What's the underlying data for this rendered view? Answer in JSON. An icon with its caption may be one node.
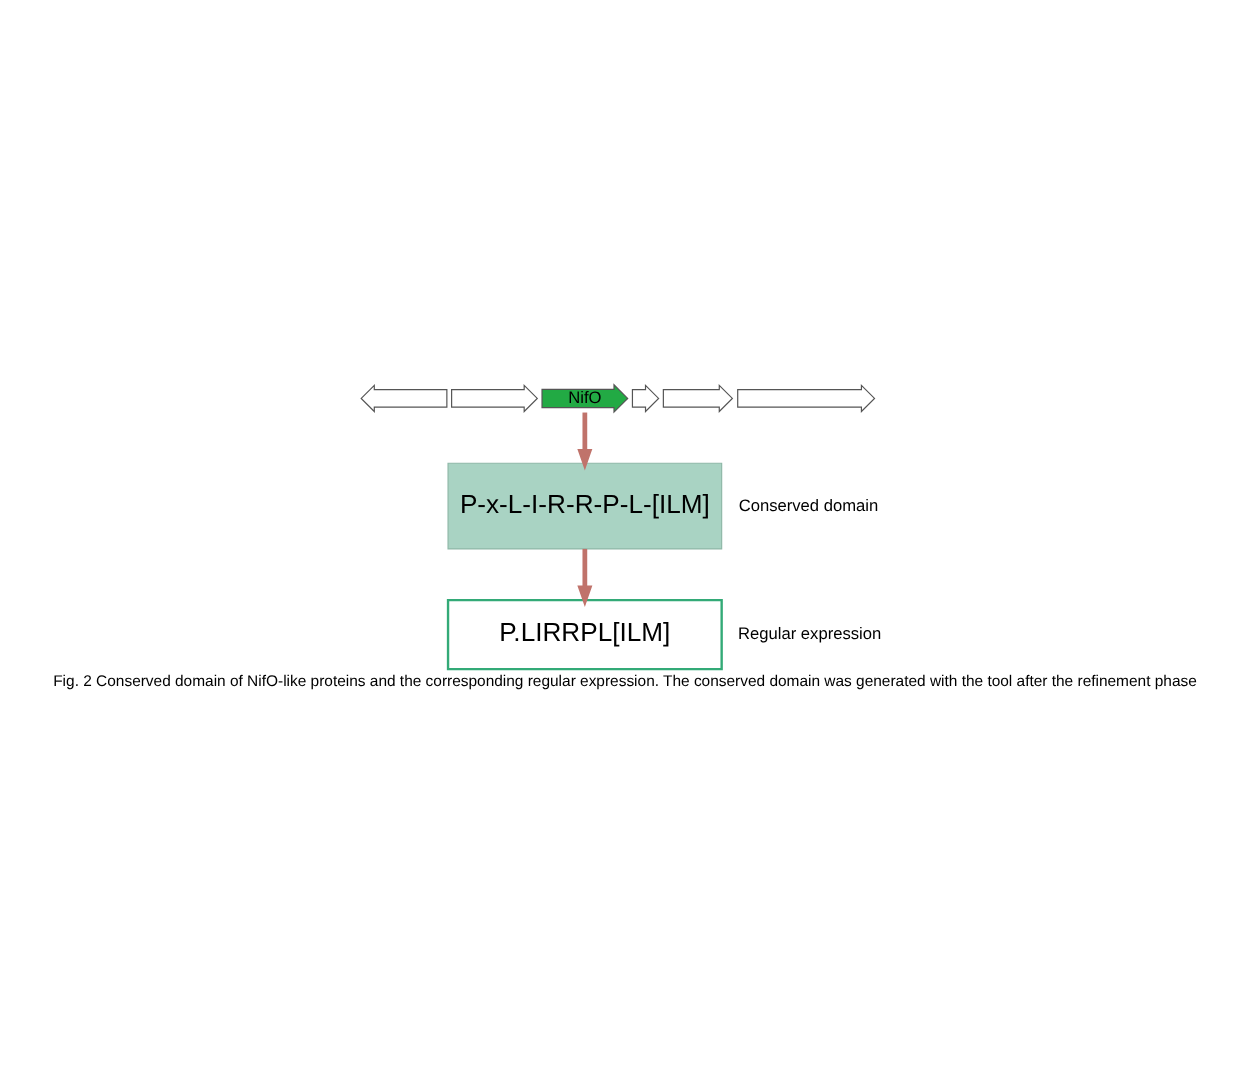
{
  "diagram": {
    "caption": "Fig. 2 Conserved domain of NifO-like proteins and the corresponding regular expression. The conserved domain was generated with the tool after the refinement phase",
    "nodes": [
      {
        "text": [],
        "shape": "arrow"
      },
      {
        "text": [],
        "shape": "arrow"
      },
      {
        "text": [
          "NifO"
        ]
      },
      {
        "text": [],
        "shape": "arrow"
      },
      {
        "text": [],
        "shape": "arrow"
      },
      {
        "text": [],
        "shape": "arrow"
      },
      {
        "text": [
          "P-x-L-I-R-R-P-L-[ILM]"
        ],
        "beside": [
          "Conserved domain"
        ]
      },
      {
        "text": [
          "P.LIRRPL[ILM]"
        ],
        "beside": [
          "Regular expression"
        ]
      }
    ],
    "edges": [
      {
        "from": 2,
        "to": 6,
        "arrow": "to"
      },
      {
        "from": 6,
        "to": 7,
        "arrow": "to"
      }
    ]
  }
}
